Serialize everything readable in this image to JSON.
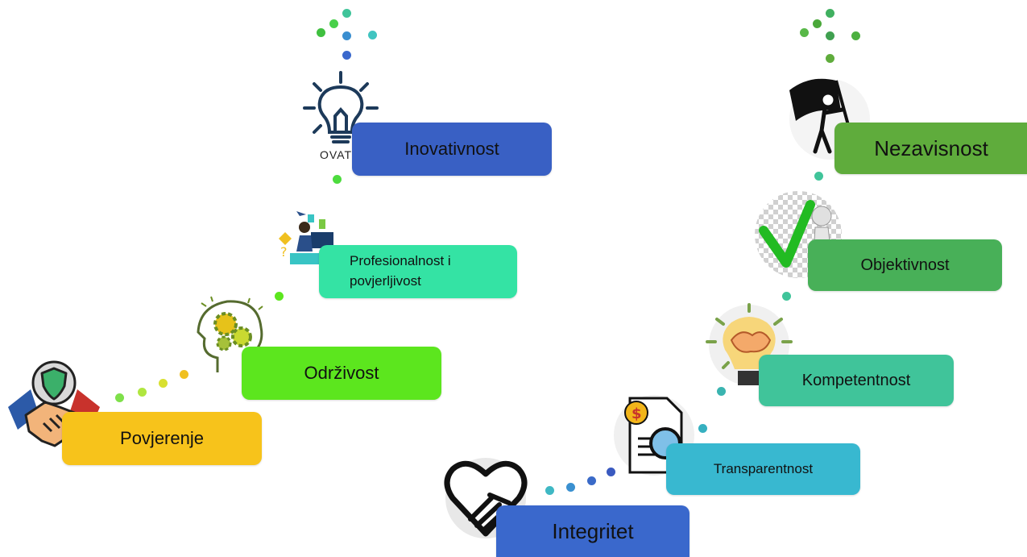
{
  "values_left": [
    {
      "id": "povjerenje",
      "label": "Povjerenje",
      "color": "#f7c31b",
      "icon": "handshake-shield-icon"
    },
    {
      "id": "odrzivost",
      "label": "Održivost",
      "color": "#5ce61e",
      "icon": "head-gears-icon"
    },
    {
      "id": "profesionalnost",
      "label": "Profesionalnost i povjerljivost",
      "color": "#34e3a4",
      "icon": "office-worker-icon"
    },
    {
      "id": "inovativnost",
      "label": "Inovativnost",
      "color": "#3960c4",
      "icon": "lightbulb-icon"
    }
  ],
  "values_right": [
    {
      "id": "integritet",
      "label": "Integritet",
      "color": "#3a68cc",
      "icon": "heart-hand-icon"
    },
    {
      "id": "transparentnost",
      "label": "Transparentnost",
      "color": "#38b8d0",
      "icon": "document-magnifier-icon"
    },
    {
      "id": "kompetentnost",
      "label": "Kompetentnost",
      "color": "#40c49a",
      "icon": "brain-bulb-icon"
    },
    {
      "id": "objektivnost",
      "label": "Objektivnost",
      "color": "#48b058",
      "icon": "checkmark-person-icon"
    },
    {
      "id": "nezavisnost",
      "label": "Nezavisnost",
      "color": "#5fac3c",
      "icon": "flag-person-icon"
    }
  ],
  "watermark": "OVATI"
}
